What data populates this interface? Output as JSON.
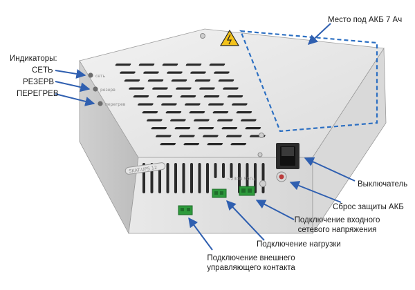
{
  "labels": {
    "indicators_title": "Индикаторы:",
    "ind_mains": "СЕТЬ",
    "ind_reserve": "РЕЗЕРВ",
    "ind_overheat": "ПЕРЕГРЕВ",
    "battery_place": "Место под АКБ 7 Ач",
    "power_switch": "Выключатель",
    "battery_reset": "Сброс защиты АКБ",
    "input_line1": "Подключение входного",
    "input_line2": "сетевого напряжения",
    "load_connection": "Подключение нагрузки",
    "ext_line1": "Подключение внешнего",
    "ext_line2": "управляющего контакта"
  },
  "device": {
    "panel_led_mains": "сеть",
    "panel_led_reserve": "резерв",
    "panel_led_overheat": "перегрев",
    "model_plate": "SKAT-UPS 12",
    "rating_text": "~230В 50Гц"
  },
  "colors": {
    "arrow": "#2f5fb0",
    "dashed_area": "#2c6fc2",
    "terminal_green": "#2e9a3c",
    "warning_yellow": "#f3c21a"
  },
  "icons": {
    "warning": "warning-triangle-icon"
  }
}
